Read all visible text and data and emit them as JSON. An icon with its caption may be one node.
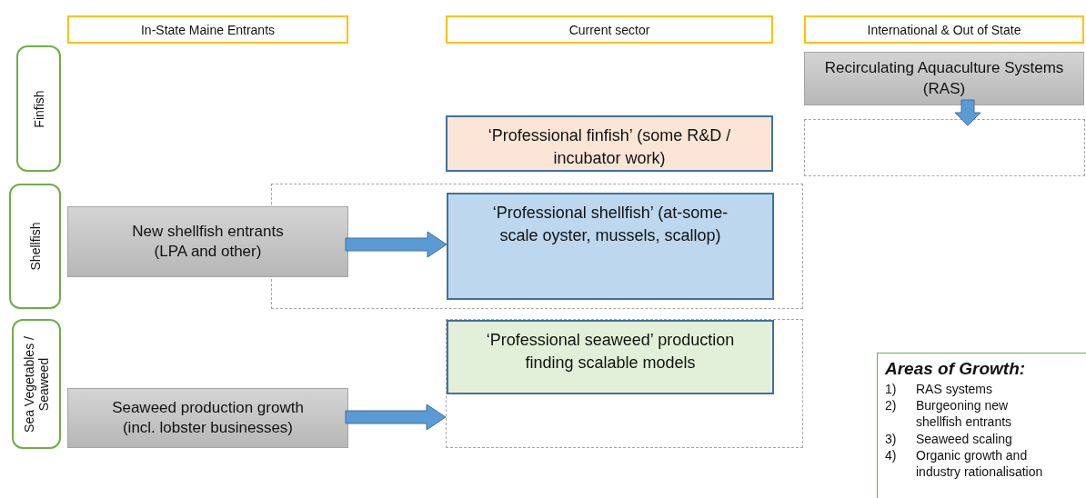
{
  "diagram": {
    "nodes": [
      {
        "text": [
          "In-State Maine Entrants"
        ]
      },
      {
        "text": [
          "Current sector"
        ]
      },
      {
        "text": [
          "International & Out of State"
        ]
      },
      {
        "text": [
          "Finfish"
        ]
      },
      {
        "text": [
          "Shellfish"
        ]
      },
      {
        "text": [
          "Sea Vegetables / Seaweed"
        ]
      },
      {
        "text": [
          "Recirculating Aquaculture Systems (RAS)"
        ]
      },
      {
        "text": [],
        "shape": "box"
      },
      {
        "text": [
          "‘Professional finfish’ (some R&D / incubator work)"
        ]
      },
      {
        "text": [],
        "shape": "box"
      },
      {
        "text": [
          "New shellfish entrants (LPA and other)"
        ]
      },
      {
        "text": [
          "‘Professional shellfish’ (at-some-scale oyster, mussels, scallop)"
        ],
        "in": 9
      },
      {
        "text": [],
        "shape": "box"
      },
      {
        "text": [
          "‘Professional seaweed’ production finding scalable models"
        ],
        "in": 12
      },
      {
        "text": [
          "Seaweed production growth (incl. lobster businesses)"
        ]
      },
      {
        "text": [
          "Areas of Growth:",
          "1)",
          "RAS systems",
          "2)",
          "Burgeoning new shellfish entrants",
          "3)",
          "Seaweed scaling",
          "4)",
          "Organic growth and industry rationalisation"
        ]
      }
    ],
    "edges": [
      {
        "from": 6,
        "to": 7,
        "arrow": "to"
      },
      {
        "from": 10,
        "to": 11,
        "arrow": "to"
      },
      {
        "from": 14,
        "to": 12,
        "arrow": "to"
      }
    ]
  }
}
